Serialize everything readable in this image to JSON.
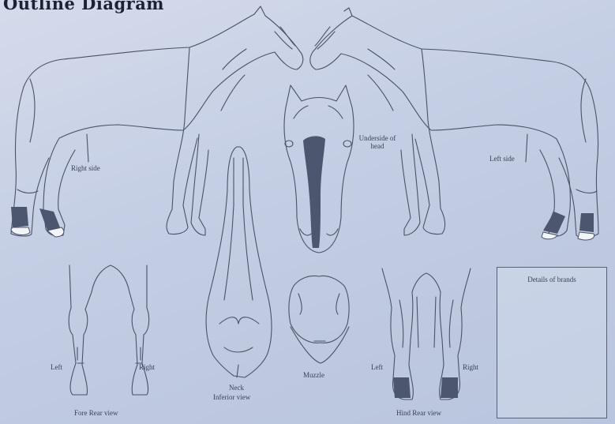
{
  "title": "Outline Diagram",
  "views": {
    "right_side": "Right side",
    "left_side": "Left side",
    "underside_of_head": "Underside of head",
    "neck": "Neck",
    "neck_sub": "Inferior view",
    "muzzle": "Muzzle",
    "fore_left": "Left",
    "fore_right": "Right",
    "fore_caption": "Fore Rear view",
    "hind_left": "Left",
    "hind_right": "Right",
    "hind_caption": "Hind Rear view"
  },
  "details_box": {
    "title": "Details of brands"
  },
  "colors": {
    "line": "#4b5266",
    "marking": "#4c566e",
    "background": "#c9d2e6"
  }
}
